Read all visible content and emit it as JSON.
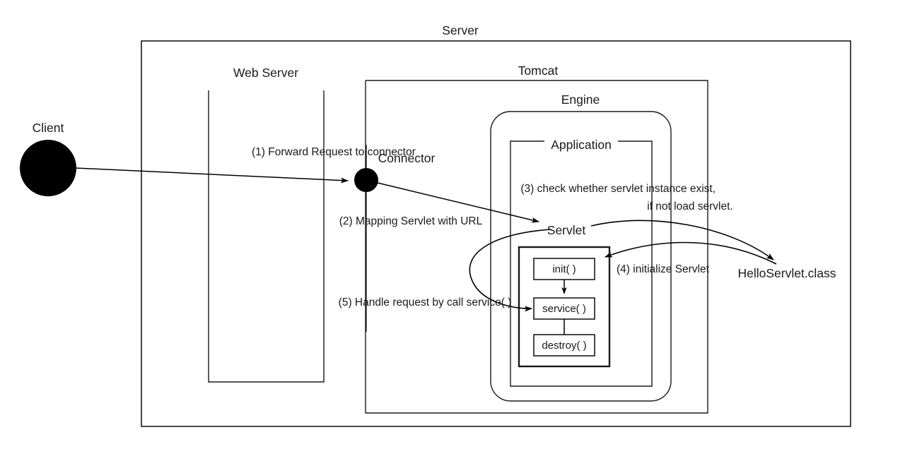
{
  "diagram": {
    "title": "Servlet request handling flow in Tomcat",
    "containers": {
      "server": "Server",
      "web_server": "Web Server",
      "tomcat": "Tomcat",
      "engine": "Engine",
      "application": "Application"
    },
    "nodes": {
      "client": "Client",
      "connector": "Connector",
      "servlet": "Servlet",
      "hello_class": "HelloServlet.class"
    },
    "lifecycle": {
      "init": "init( )",
      "service": "service( )",
      "destroy": "destroy( )"
    },
    "steps": [
      {
        "id": "step1",
        "label": "(1) Forward Request to connector"
      },
      {
        "id": "step2",
        "label": "(2) Mapping Servlet with URL"
      },
      {
        "id": "step3",
        "line1": "(3) check  whether servlet instance exist,",
        "line2": "if not load servlet."
      },
      {
        "id": "step4",
        "label": "(4) initialize Servlet"
      },
      {
        "id": "step5",
        "label": "(5) Handle request by call service( )"
      }
    ],
    "colors": {
      "stroke": "#1a1a1a",
      "fill": "#ffffff",
      "node": "#000000"
    }
  }
}
